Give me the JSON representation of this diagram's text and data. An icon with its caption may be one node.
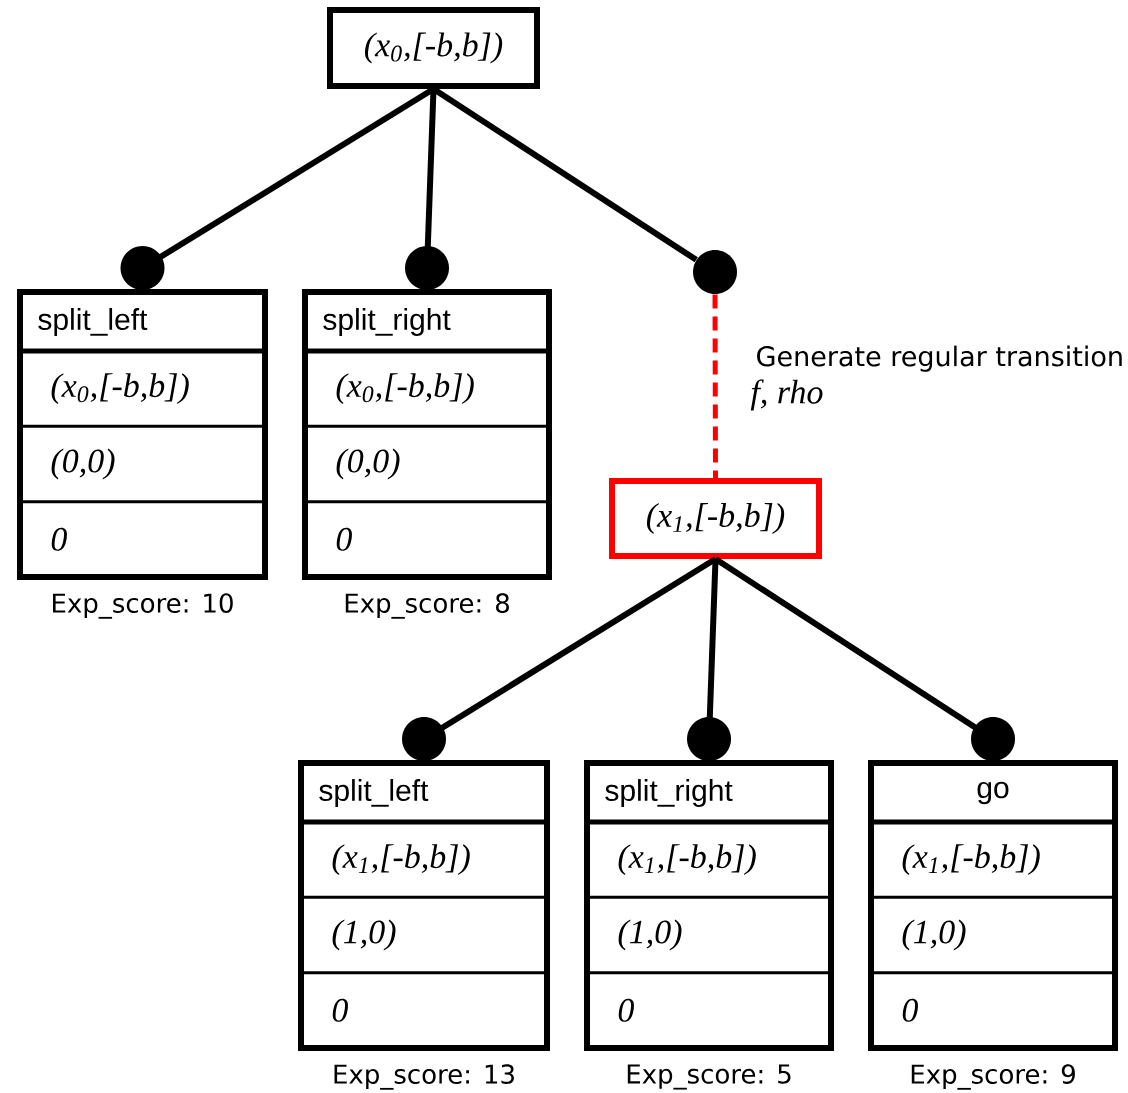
{
  "diagram": {
    "nodes": [
      {
        "text": [
          "(x$_{0}$,[-b,b])"
        ]
      },
      {
        "text": [
          "split_left",
          "(x$_{0}$,[-b,b])",
          "(0,0)",
          "0"
        ],
        "beside": [
          "Exp_score: 10"
        ]
      },
      {
        "text": [
          "split_right",
          "(x$_{0}$,[-b,b])",
          "(0,0)",
          "0"
        ],
        "beside": [
          "Exp_score: 8"
        ]
      },
      {
        "text": [],
        "shape": "circle"
      },
      {
        "text": [
          "(x$_{1}$,[-b,b])"
        ]
      },
      {
        "text": [
          "split_left",
          "(x$_{1}$,[-b,b])",
          "(1,0)",
          "0"
        ],
        "beside": [
          "Exp_score: 13"
        ]
      },
      {
        "text": [
          "split_right",
          "(x$_{1}$,[-b,b])",
          "(1,0)",
          "0"
        ],
        "beside": [
          "Exp_score: 5"
        ]
      },
      {
        "text": [
          "go",
          "(x$_{1}$,[-b,b])",
          "(1,0)",
          "0"
        ],
        "beside": [
          "Exp_score: 9"
        ]
      }
    ],
    "edges": [
      {
        "from": 0,
        "to": 1,
        "arrow": "other"
      },
      {
        "from": 0,
        "to": 2,
        "arrow": "other"
      },
      {
        "from": 0,
        "to": 3,
        "arrow": "none"
      },
      {
        "from": 3,
        "to": 4,
        "arrow": "none",
        "label": "Generate regular transition",
        "style": "dashed",
        "color": "#ff0000"
      },
      {
        "from": 4,
        "to": 5,
        "arrow": "other"
      },
      {
        "from": 4,
        "to": 6,
        "arrow": "other"
      },
      {
        "from": 4,
        "to": 7,
        "arrow": "other"
      }
    ],
    "labels": [
      "f, rho"
    ]
  }
}
